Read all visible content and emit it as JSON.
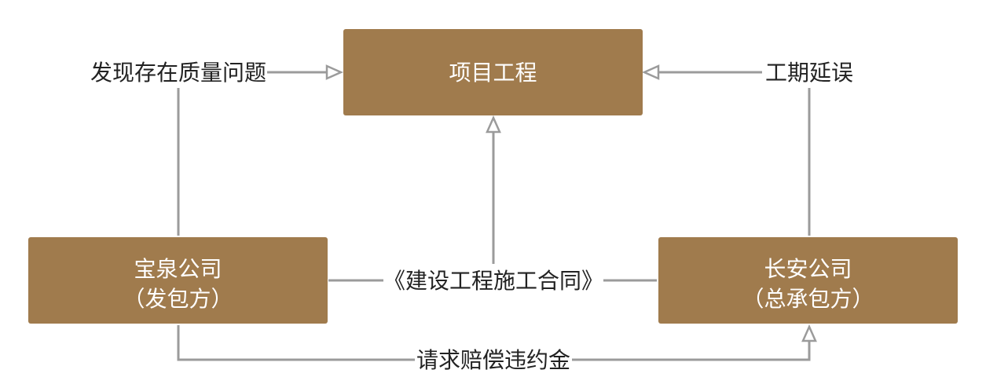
{
  "nodes": {
    "project": {
      "label": "项目工程"
    },
    "baoquan": {
      "line1": "宝泉公司",
      "line2": "（发包方）"
    },
    "changan": {
      "line1": "长安公司",
      "line2": "（总承包方）"
    }
  },
  "edges": {
    "quality": {
      "label": "发现存在质量问题"
    },
    "delay": {
      "label": "工期延误"
    },
    "contract": {
      "label": "《建设工程施工合同》"
    },
    "claim": {
      "label": "请求赔偿违约金"
    }
  },
  "colors": {
    "box_fill": "#a07b4d",
    "box_text": "#ffffff",
    "line": "#9b9b9b",
    "label_text": "#222222"
  }
}
